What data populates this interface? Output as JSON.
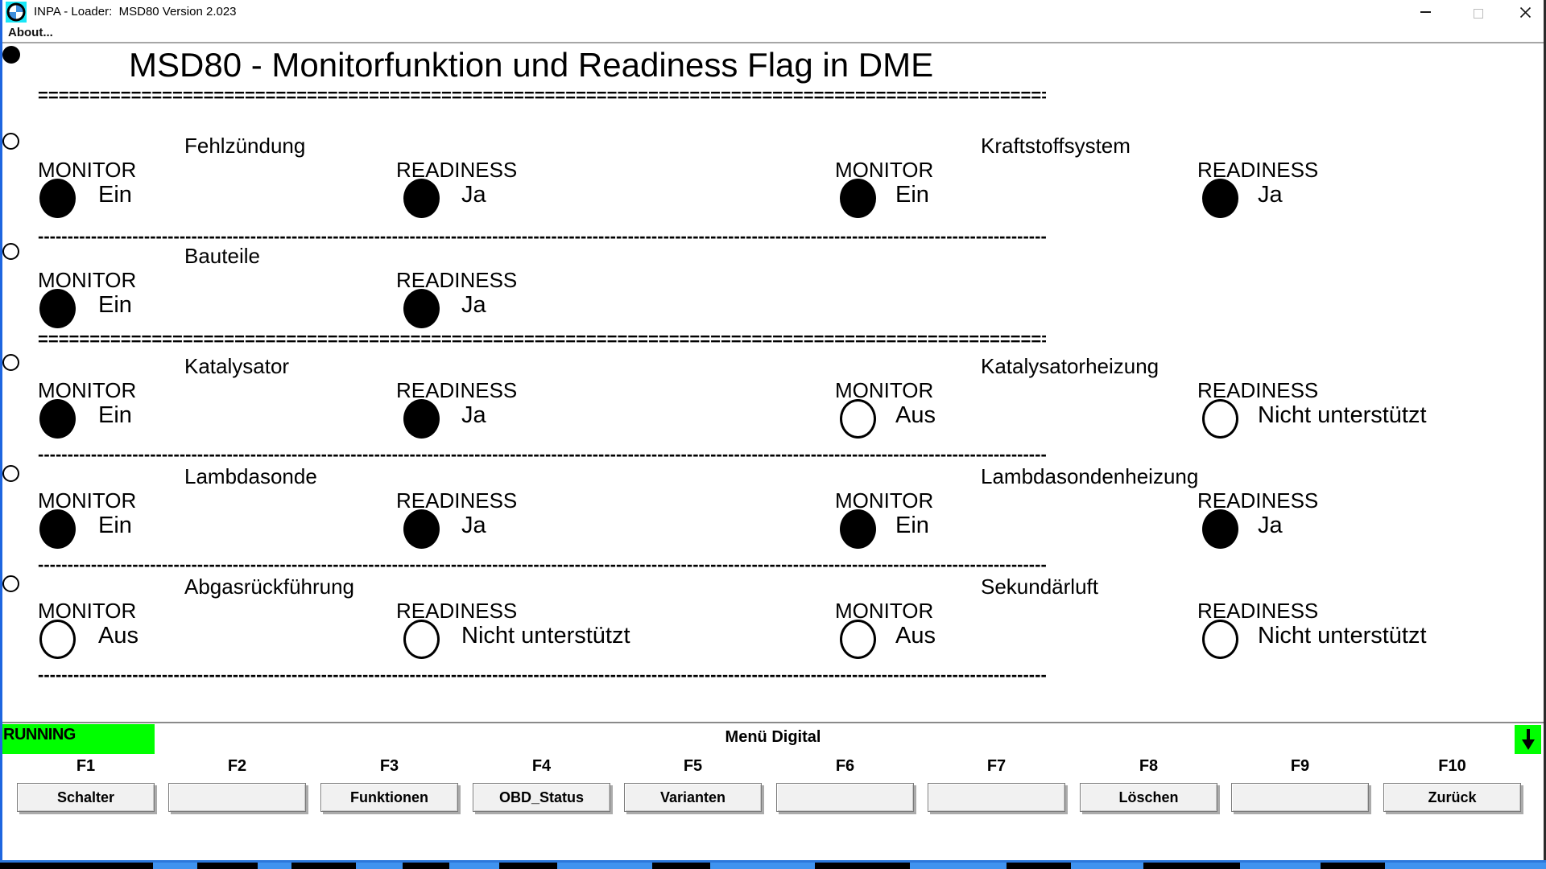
{
  "window": {
    "title": "INPA - Loader:  MSD80 Version 2.023",
    "menu_about": "About..."
  },
  "page": {
    "title": "MSD80 - Monitorfunktion und Readiness Flag in DME"
  },
  "labels": {
    "monitor": "MONITOR",
    "readiness": "READINESS"
  },
  "separators": {
    "double": "==============================================================================================================",
    "single": "--------------------------------------------------------------------------------------------------------------------------------------------------------------------------------------------------------"
  },
  "sections": [
    {
      "groups": [
        {
          "name": "Fehlzündung",
          "monitor": {
            "value": "Ein",
            "state": "filled"
          },
          "readiness": {
            "value": "Ja",
            "state": "filled"
          }
        },
        {
          "name": "Kraftstoffsystem",
          "monitor": {
            "value": "Ein",
            "state": "filled"
          },
          "readiness": {
            "value": "Ja",
            "state": "filled"
          }
        }
      ]
    },
    {
      "groups": [
        {
          "name": "Bauteile",
          "monitor": {
            "value": "Ein",
            "state": "filled"
          },
          "readiness": {
            "value": "Ja",
            "state": "filled"
          }
        }
      ]
    },
    {
      "groups": [
        {
          "name": "Katalysator",
          "monitor": {
            "value": "Ein",
            "state": "filled"
          },
          "readiness": {
            "value": "Ja",
            "state": "filled"
          }
        },
        {
          "name": "Katalysatorheizung",
          "monitor": {
            "value": "Aus",
            "state": "empty"
          },
          "readiness": {
            "value": "Nicht unterstützt",
            "state": "empty"
          }
        }
      ]
    },
    {
      "groups": [
        {
          "name": "Lambdasonde",
          "monitor": {
            "value": "Ein",
            "state": "filled"
          },
          "readiness": {
            "value": "Ja",
            "state": "filled"
          }
        },
        {
          "name": "Lambdasondenheizung",
          "monitor": {
            "value": "Ein",
            "state": "filled"
          },
          "readiness": {
            "value": "Ja",
            "state": "filled"
          }
        }
      ]
    },
    {
      "groups": [
        {
          "name": "Abgasrückführung",
          "monitor": {
            "value": "Aus",
            "state": "empty"
          },
          "readiness": {
            "value": "Nicht unterstützt",
            "state": "empty"
          }
        },
        {
          "name": "Sekundärluft",
          "monitor": {
            "value": "Aus",
            "state": "empty"
          },
          "readiness": {
            "value": "Nicht unterstützt",
            "state": "empty"
          }
        }
      ]
    }
  ],
  "statusbar": {
    "status": "RUNNING",
    "menu_title": "Menü Digital"
  },
  "function_keys": [
    {
      "key": "F1",
      "label": "Schalter"
    },
    {
      "key": "F2",
      "label": ""
    },
    {
      "key": "F3",
      "label": "Funktionen"
    },
    {
      "key": "F4",
      "label": "OBD_Status"
    },
    {
      "key": "F5",
      "label": "Varianten"
    },
    {
      "key": "F6",
      "label": ""
    },
    {
      "key": "F7",
      "label": ""
    },
    {
      "key": "F8",
      "label": "Löschen"
    },
    {
      "key": "F9",
      "label": ""
    },
    {
      "key": "F10",
      "label": "Zurück"
    }
  ],
  "colors": {
    "status_green": "#00ff00",
    "taskbar_blue": "#3f93f0",
    "window_border_blue": "#1e66e0",
    "icon_background_cyan": "#19e7f7",
    "bmw_blue": "#3f8edc"
  }
}
